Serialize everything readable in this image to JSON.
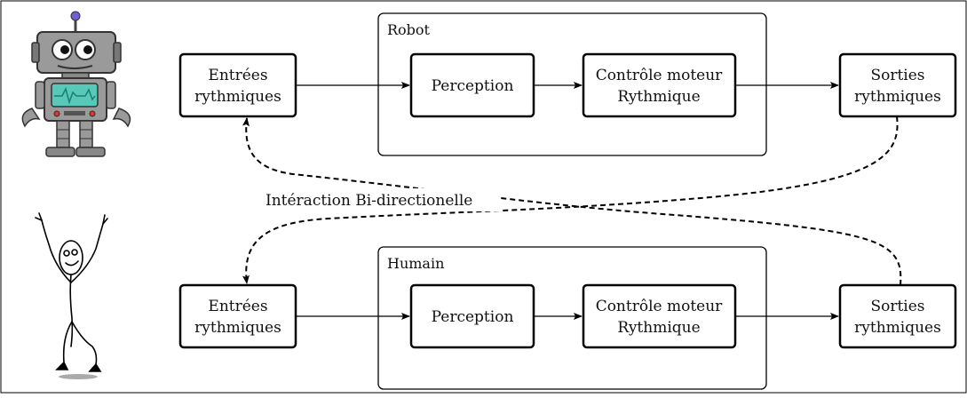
{
  "robot_block": {
    "group_label": "Robot",
    "input_lines": [
      "Entrées",
      "rythmiques"
    ],
    "perception": "Perception",
    "motor_lines": [
      "Contrôle moteur",
      "Rythmique"
    ],
    "output_lines": [
      "Sorties",
      "rythmiques"
    ]
  },
  "human_block": {
    "group_label": "Humain",
    "input_lines": [
      "Entrées",
      "rythmiques"
    ],
    "perception": "Perception",
    "motor_lines": [
      "Contrôle moteur",
      "Rythmique"
    ],
    "output_lines": [
      "Sorties",
      "rythmiques"
    ]
  },
  "interaction_label": "Intéraction Bi-directionelle",
  "colors": {
    "robot_body": "#9a9a9a",
    "robot_antenna_tip": "#6f5fd0",
    "robot_screen": "#58c8b8",
    "robot_screen_wave": "#1a7f6f",
    "robot_buttons": "#e03030",
    "stroke": "#000000"
  },
  "icons": [
    "robot-icon",
    "stick-figure-human-icon"
  ]
}
